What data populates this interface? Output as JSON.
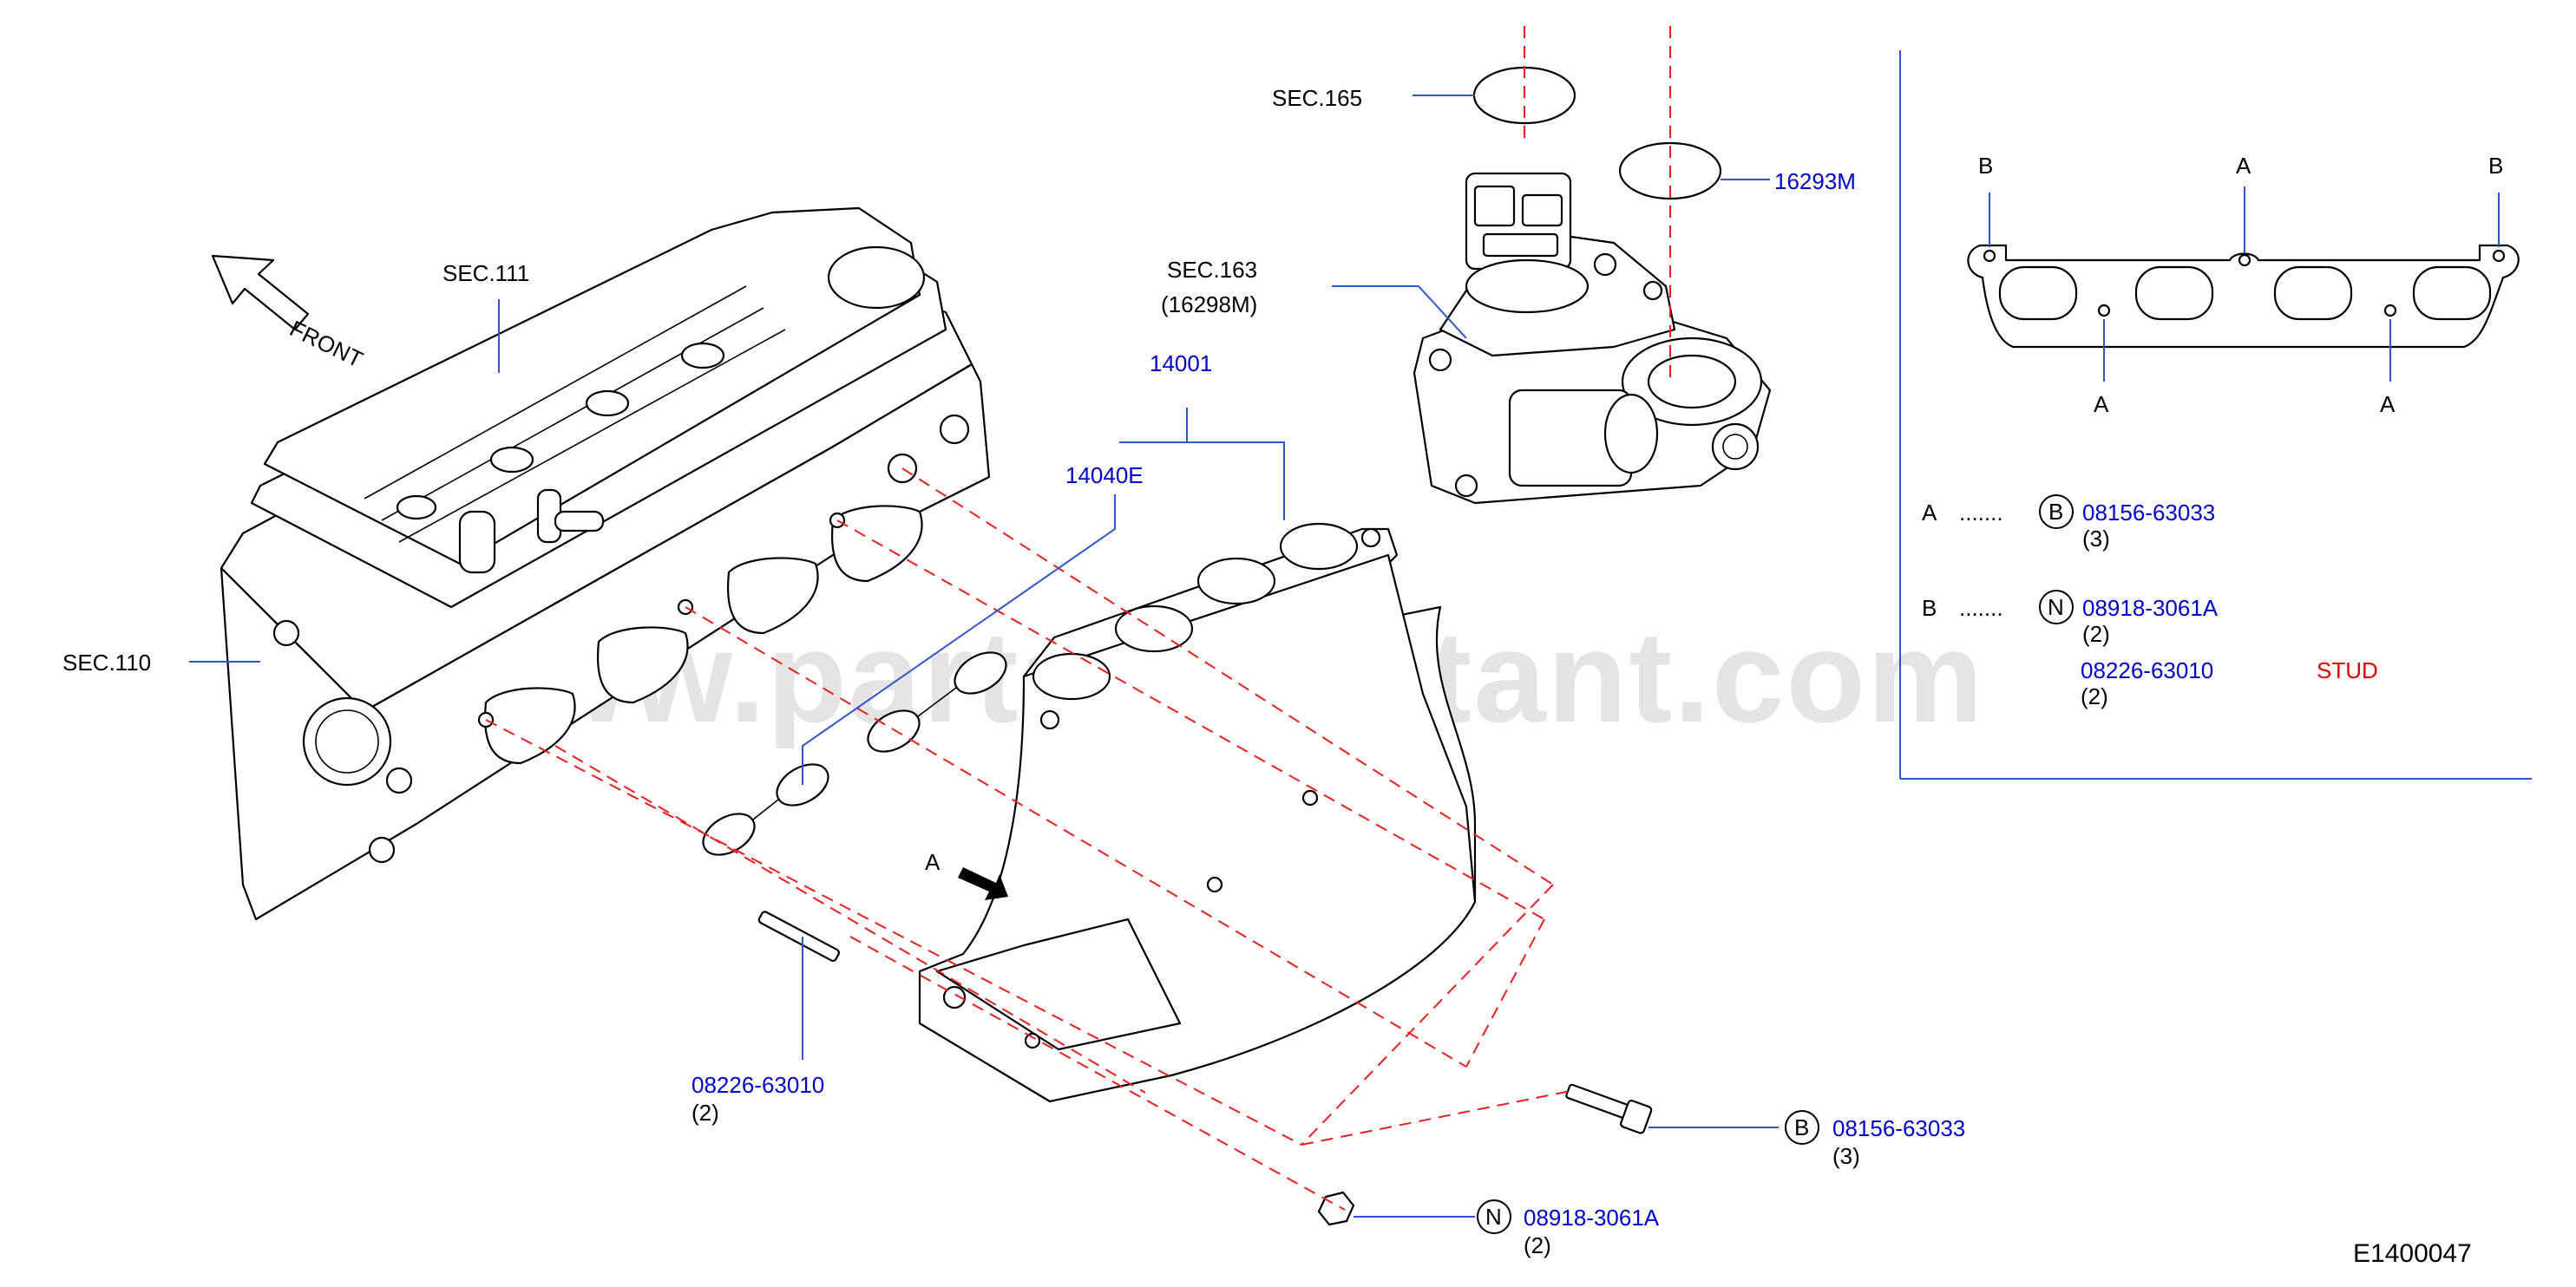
{
  "watermark": "www.partsassistant.com",
  "diagram_code": "E1400047",
  "front_label": "FRONT",
  "refs": {
    "sec110": "SEC.110",
    "sec111": "SEC.111",
    "sec163": "SEC.163",
    "sec163_sub": "(16298M)",
    "sec165": "SEC.165"
  },
  "parts": {
    "p16293m": "16293M",
    "p14001": "14001",
    "p14040e": "14040E",
    "stud": {
      "number": "08226-63010",
      "qty": "(2)"
    },
    "bolt": {
      "marker": "B",
      "number": "08156-63033",
      "qty": "(3)"
    },
    "nut": {
      "marker": "N",
      "number": "08918-3061A",
      "qty": "(2)"
    }
  },
  "view_a_label": "A",
  "inset": {
    "gasket_points": {
      "b": "B",
      "a": "A"
    },
    "legend": [
      {
        "key": "A",
        "dots": ".......",
        "marker": "B",
        "number": "08156-63033",
        "qty": "(3)"
      },
      {
        "key": "B",
        "dots": ".......",
        "marker": "N",
        "number": "08918-3061A",
        "qty": "(2)"
      },
      {
        "key": "",
        "dots": "",
        "marker": "",
        "number": "08226-63010",
        "qty": "(2)",
        "note": "STUD"
      }
    ]
  },
  "colors": {
    "label_blue": "#0000cc",
    "leader_blue": "#3355cc",
    "dash_red": "#e62020",
    "stud_red": "#e00000"
  }
}
